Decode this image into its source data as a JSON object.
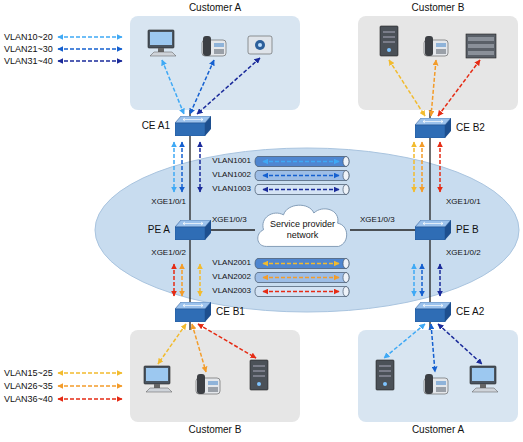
{
  "diagram": {
    "nodes": [
      {
        "text": [
          "Customer A"
        ]
      },
      {
        "text": [
          "Customer B"
        ]
      },
      {
        "text": [
          "CE A1"
        ]
      },
      {
        "text": [
          "CE B2"
        ]
      },
      {
        "text": [
          "VLAN1001"
        ]
      },
      {
        "text": [
          "VLAN1002"
        ]
      },
      {
        "text": [
          "VLAN1003"
        ]
      },
      {
        "text": [
          "PE A"
        ]
      },
      {
        "text": [
          "Service provider network"
        ]
      },
      {
        "text": [
          "PE B"
        ]
      },
      {
        "text": [
          "VLAN2001"
        ]
      },
      {
        "text": [
          "VLAN2002"
        ]
      },
      {
        "text": [
          "VLAN2003"
        ]
      },
      {
        "text": [
          "CE B1"
        ]
      },
      {
        "text": [
          "CE A2"
        ]
      },
      {
        "text": [
          "Customer B"
        ]
      },
      {
        "text": [
          "Customer A"
        ]
      }
    ],
    "edges": [
      {
        "from": 0,
        "to": 2,
        "arrow": "none"
      },
      {
        "from": 1,
        "to": 3,
        "arrow": "none"
      },
      {
        "from": 2,
        "to": 7,
        "arrow": "none"
      },
      {
        "from": 3,
        "to": 9,
        "arrow": "none"
      },
      {
        "from": 7,
        "to": 8,
        "arrow": "none"
      },
      {
        "from": 8,
        "to": 9,
        "arrow": "none"
      },
      {
        "from": 7,
        "to": 13,
        "arrow": "none"
      },
      {
        "from": 9,
        "to": 14,
        "arrow": "none"
      },
      {
        "from": 13,
        "to": 15,
        "arrow": "none"
      },
      {
        "from": 14,
        "to": 16,
        "arrow": "none"
      }
    ],
    "labels": [
      "VLAN10~20",
      "VLAN21~30",
      "VLAN31~40",
      "XGE1/0/1",
      "XGE1/0/2",
      "XGE1/0/3",
      "XGE1/0/3",
      "XGE1/0/1",
      "XGE1/0/2",
      "VLAN15~25",
      "VLAN26~35",
      "VLAN36~40"
    ]
  }
}
